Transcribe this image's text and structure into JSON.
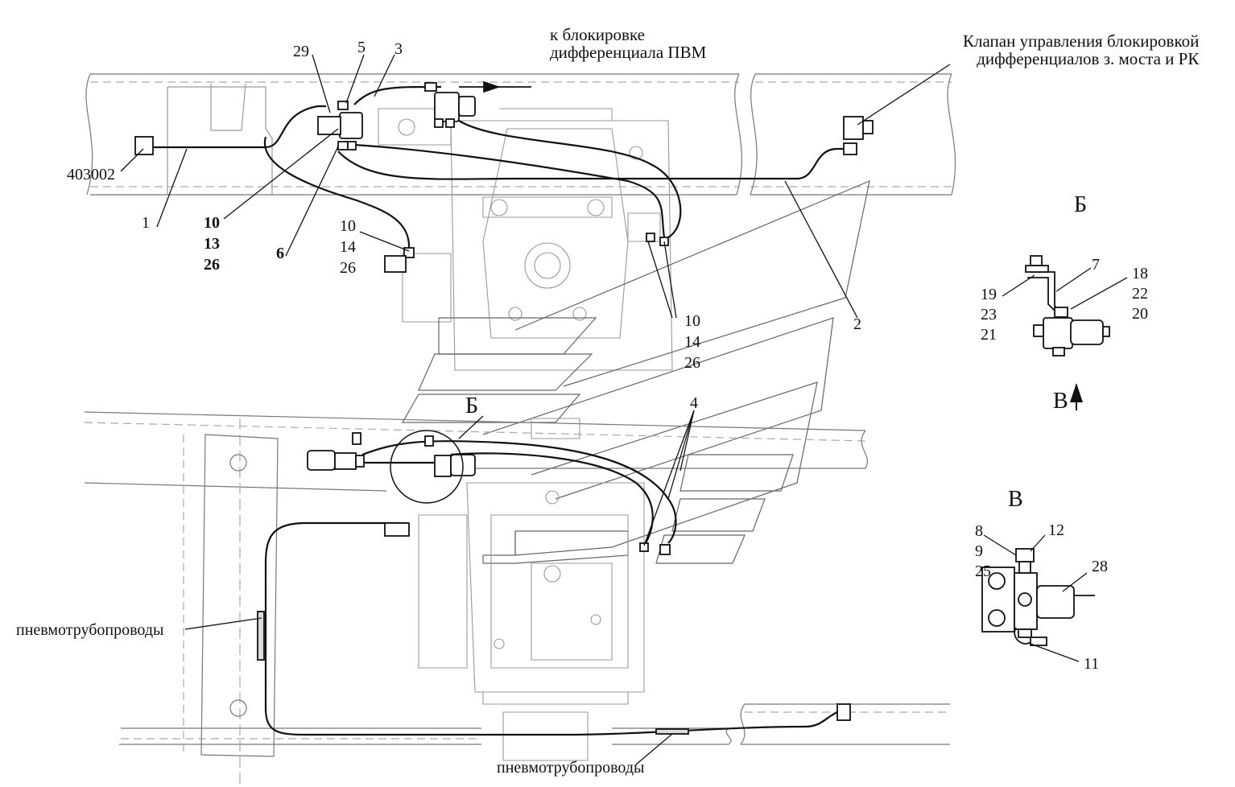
{
  "callouts": {
    "to_pvm": [
      "к блокировке",
      "дифференциала ПВМ"
    ],
    "valve": [
      "Клапан управления блокировкой",
      "дифференциалов з. моста и РК"
    ],
    "pipes_left": "пневмотрубопроводы",
    "pipes_bottom": "пневмотрубопроводы",
    "part_403002": "403002"
  },
  "positions": {
    "p1": "1",
    "p2": "2",
    "p3": "3",
    "p4": "4",
    "p5": "5",
    "p6": "6",
    "p29": "29",
    "group_10_13_26": [
      "10",
      "13",
      "26"
    ],
    "group_10_14_26_left": [
      "10",
      "14",
      "26"
    ],
    "group_10_14_26_right": [
      "10",
      "14",
      "26"
    ]
  },
  "view_b": {
    "title": "Б",
    "p7": "7",
    "group_19_23_21": [
      "19",
      "23",
      "21"
    ],
    "group_18_22_20": [
      "18",
      "22",
      "20"
    ],
    "arrow_label": "В",
    "circle_label": "Б"
  },
  "view_v": {
    "title": "В",
    "group_8_9_25": [
      "8",
      "9",
      "25"
    ],
    "p12": "12",
    "p28": "28",
    "p11": "11"
  }
}
